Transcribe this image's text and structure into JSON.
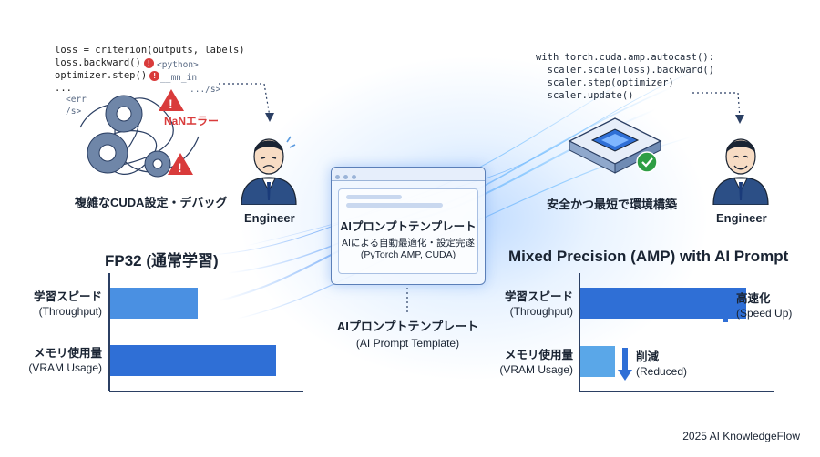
{
  "left_scene": {
    "code_lines": [
      "loss = criterion(outputs, labels)",
      "loss.backward()",
      "optimizer.step()",
      "..."
    ],
    "tags": [
      "<python>",
      "__mn_in",
      ".../s>",
      "<err",
      "/s>"
    ],
    "error_label": "NaNエラー",
    "caption": "複雑なCUDA設定・デバッグ",
    "engineer_label": "Engineer"
  },
  "right_scene": {
    "code_lines": [
      "with torch.cuda.amp.autocast():",
      "  scaler.scale(loss).backward()",
      "  scaler.step(optimizer)",
      "  scaler.update()"
    ],
    "caption": "安全かつ最短で環境構築",
    "engineer_label": "Engineer"
  },
  "center_window": {
    "title": "AIプロンプトテンプレート",
    "sub_line1": "AIによる自動最適化・設定完遂",
    "sub_line2": "(PyTorch AMP, CUDA)"
  },
  "center_label": {
    "title": "AIプロンプトテンプレート",
    "subtitle": "(AI Prompt Template)"
  },
  "left_chart": {
    "title": "FP32 (通常学習)",
    "rows": [
      {
        "label": "学習スピード",
        "sub": "(Throughput)",
        "value": 0.5
      },
      {
        "label": "メモリ使用量",
        "sub": "(VRAM Usage)",
        "value": 0.95
      }
    ]
  },
  "right_chart": {
    "title": "Mixed Precision (AMP) with AI Prompt",
    "rows": [
      {
        "label": "学習スピード",
        "sub": "(Throughput)",
        "value": 0.95,
        "note": "高速化",
        "note_sub": "(Speed Up)",
        "dir": "up"
      },
      {
        "label": "メモリ使用量",
        "sub": "(VRAM Usage)",
        "value": 0.2,
        "note": "削減",
        "note_sub": "(Reduced)",
        "dir": "down"
      }
    ]
  },
  "footer": "2025 AI KnowledgeFlow",
  "colors": {
    "bar_blue": "#2f6fd6",
    "bar_light": "#5aa7e8",
    "axis": "#2b3f63",
    "warn": "#d93b3b",
    "check": "#2e9e44"
  }
}
